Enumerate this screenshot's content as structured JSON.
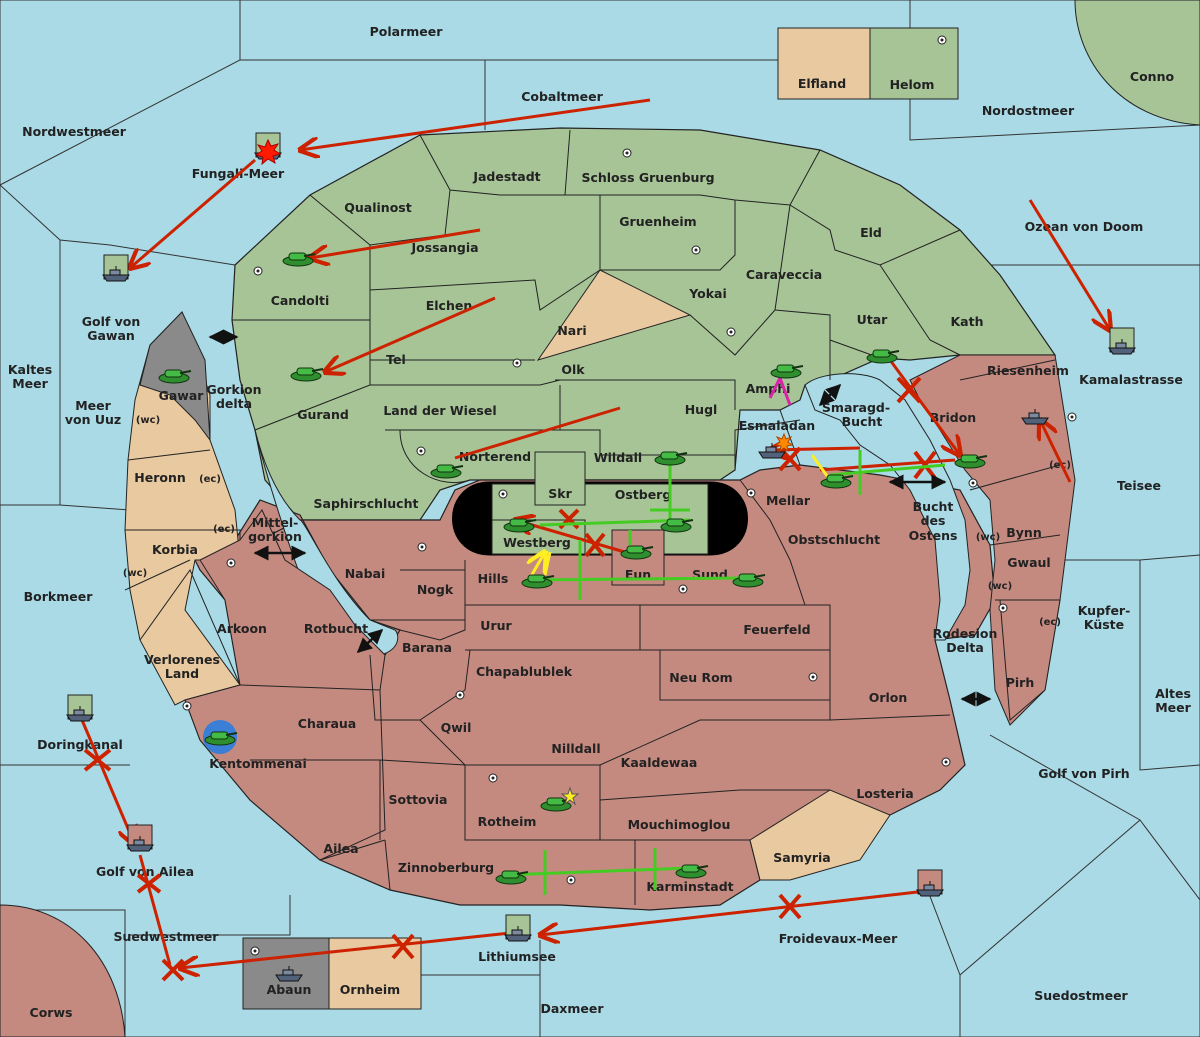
{
  "colors": {
    "sea": "#a9dae6",
    "green_land": "#a7c497",
    "red_land": "#c48a80",
    "tan_land": "#e8c9a0",
    "gray_land": "#8a8a8a",
    "order_move": "#cc2200",
    "order_support": "#44cc22",
    "order_convoy": "#ffee22",
    "order_retreat": "#dd22aa",
    "border": "#222222"
  },
  "labels": {
    "polarmeer": "Polarmeer",
    "elfland": "Elfland",
    "helom": "Helom",
    "conno": "Conno",
    "nordostmeer": "Nordostmeer",
    "cobaltmeer": "Cobaltmeer",
    "nordwestmeer": "Nordwestmeer",
    "fungali_meer": "Fungali-Meer",
    "jadestadt": "Jadestadt",
    "schloss_gruenburg": "Schloss Gruenburg",
    "qualinost": "Qualinost",
    "gruenheim": "Gruenheim",
    "eld": "Eld",
    "ozean_von_doom": "Ozean von Doom",
    "jossangia": "Jossangia",
    "caraveccia": "Caraveccia",
    "candolti": "Candolti",
    "yokai": "Yokai",
    "elchen": "Elchen",
    "nari": "Nari",
    "utar": "Utar",
    "kath": "Kath",
    "golf_von": "Golf von",
    "gawan": "Gawan",
    "tel": "Tel",
    "olk": "Olk",
    "kamalastrasse": "Kamalastrasse",
    "riesenheim": "Riesenheim",
    "kaltes": "Kaltes",
    "meer": "Meer",
    "gurand": "Gurand",
    "gorkion": "Gorkion",
    "delta": "delta",
    "amphi": "Amphi",
    "gawar": "Gawar",
    "meer2": "Meer",
    "von_uuz": "von Uuz",
    "land_der_wiesel": "Land der Wiesel",
    "hugl": "Hugl",
    "smaragd": "Smaragd-",
    "bucht": "Bucht",
    "esmaladan": "Esmaladan",
    "bridon": "Bridon",
    "wc": "(wc)",
    "ec": "(ec)",
    "norterend": "Norterend",
    "wildall": "Wildall",
    "heronn": "Heronn",
    "skr": "Skr",
    "ostberg": "Ostberg",
    "mellar": "Mellar",
    "teisee": "Teisee",
    "saphirschlucht": "Saphirschlucht",
    "mittel": "Mittel-",
    "gorkion2": "gorkion",
    "bucht_des": "Bucht",
    "des": "des",
    "ostens": "Ostens",
    "bynn": "Bynn",
    "korbia": "Korbia",
    "westberg": "Westberg",
    "obstschlucht": "Obstschlucht",
    "nabai": "Nabai",
    "gwaul": "Gwaul",
    "hills": "Hills",
    "eun": "Eun",
    "sund": "Sund",
    "borkmeer": "Borkmeer",
    "nogk": "Nogk",
    "kupfer": "Kupfer-",
    "kueste": "Küste",
    "arkoon": "Arkoon",
    "rotbucht": "Rotbucht",
    "urur": "Urur",
    "feuerfeld": "Feuerfeld",
    "barana": "Barana",
    "rodesion": "Rodesion",
    "delta2": "Delta",
    "verlorenes": "Verlorenes",
    "land": "Land",
    "chapablublek": "Chapablublek",
    "pirh": "Pirh",
    "neu_rom": "Neu Rom",
    "altes": "Altes",
    "meer3": "Meer",
    "orlon": "Orlon",
    "charaua": "Charaua",
    "qwil": "Qwil",
    "doringkanal": "Doringkanal",
    "nilldall": "Nilldall",
    "kentommenai": "Kentommenai",
    "kaaldewaa": "Kaaldewaa",
    "golf_von_pirh": "Golf von Pirh",
    "losteria": "Losteria",
    "sottovia": "Sottovia",
    "rotheim": "Rotheim",
    "mouchimoglou": "Mouchimoglou",
    "ailea": "Ailea",
    "samyria": "Samyria",
    "golf_von_ailea": "Golf von Ailea",
    "zinnoberburg": "Zinnoberburg",
    "karminstadt": "Karminstadt",
    "suedwestmeer": "Suedwestmeer",
    "froidevaux_meer": "Froidevaux-Meer",
    "lithiumsee": "Lithiumsee",
    "abaun": "Abaun",
    "ornheim": "Ornheim",
    "suedostmeer": "Suedostmeer",
    "daxmeer": "Daxmeer",
    "corws": "Corws"
  },
  "units": [
    {
      "type": "army",
      "at": "Jossangia"
    },
    {
      "type": "army",
      "at": "Gurand"
    },
    {
      "type": "army",
      "at": "Gawar"
    },
    {
      "type": "army",
      "at": "Norterend"
    },
    {
      "type": "army",
      "at": "Amphi"
    },
    {
      "type": "army",
      "at": "Utar"
    },
    {
      "type": "army",
      "at": "Bridon"
    },
    {
      "type": "army",
      "at": "Mellar"
    },
    {
      "type": "army",
      "at": "Wildall"
    },
    {
      "type": "army",
      "at": "Ostberg"
    },
    {
      "type": "army",
      "at": "Westberg"
    },
    {
      "type": "army",
      "at": "Eun"
    },
    {
      "type": "army",
      "at": "Hills"
    },
    {
      "type": "army",
      "at": "Sund"
    },
    {
      "type": "army",
      "at": "Rotheim"
    },
    {
      "type": "army",
      "at": "Zinnoberburg"
    },
    {
      "type": "army",
      "at": "Karminstadt"
    },
    {
      "type": "army",
      "at": "Kentommenai"
    },
    {
      "type": "fleet",
      "at": "Fungali-Meer"
    },
    {
      "type": "fleet",
      "at": "Golf von Gawan"
    },
    {
      "type": "fleet",
      "at": "Kamalastrasse"
    },
    {
      "type": "fleet",
      "at": "Riesenheim"
    },
    {
      "type": "fleet",
      "at": "Esmaladan"
    },
    {
      "type": "fleet",
      "at": "Doringkanal"
    },
    {
      "type": "fleet",
      "at": "Golf von Ailea"
    },
    {
      "type": "fleet",
      "at": "Lithiumsee"
    },
    {
      "type": "fleet",
      "at": "Abaun"
    },
    {
      "type": "fleet",
      "at": "Froidevaux-Meer"
    }
  ]
}
